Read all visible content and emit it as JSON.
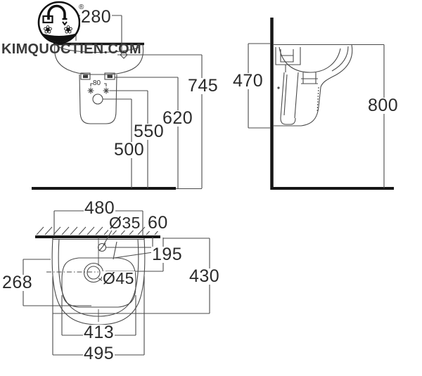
{
  "watermark": {
    "text": "KIMQUOCTIEN.COM"
  },
  "logo": {
    "registered_symbol": "®",
    "flower_left": "❀",
    "flower_right": "❀"
  },
  "colors": {
    "background": "#ffffff",
    "thin_line": "#4a4a4a",
    "thick_line": "#161616",
    "text": "#2b2b2b",
    "watermark": "#3a3a3a"
  },
  "front_view": {
    "dim_280": "280",
    "dim_745": "745",
    "dim_620": "620",
    "dim_550": "550",
    "dim_500": "500",
    "dim_80": "80"
  },
  "side_view": {
    "dim_470": "470",
    "dim_800": "800"
  },
  "plan_view": {
    "dim_480": "480",
    "dim_tap_hole": "Ø35",
    "dim_60": "60",
    "dim_195": "195",
    "dim_430": "430",
    "dim_268": "268",
    "dim_drain_hole": "Ø45",
    "dim_413": "413",
    "dim_495": "495"
  }
}
